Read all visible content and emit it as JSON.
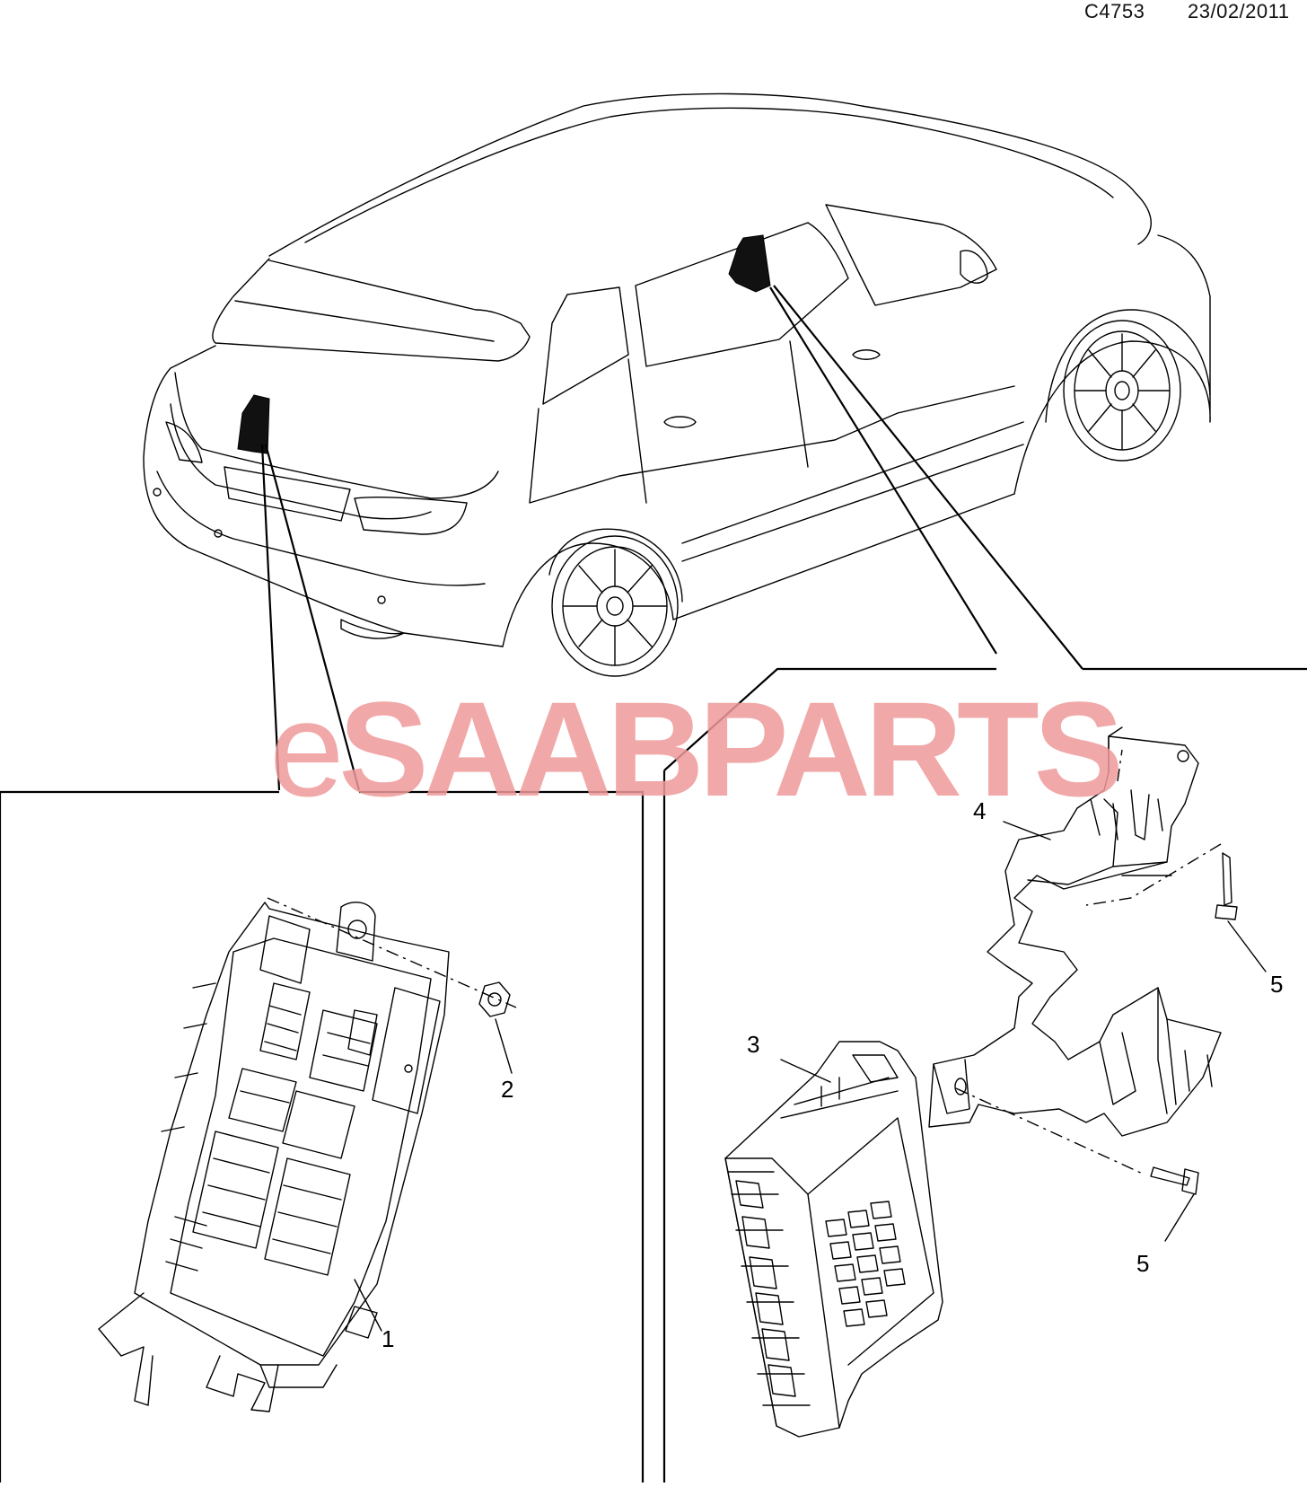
{
  "header": {
    "code": "C4753",
    "date": "23/02/2011"
  },
  "watermark": {
    "prefix": "e",
    "brand": "SAAB",
    "suffix": "PARTS"
  },
  "callouts": {
    "c1": "1",
    "c2": "2",
    "c3": "3",
    "c4": "4",
    "c5a": "5",
    "c5b": "5"
  },
  "colors": {
    "line": "#000000",
    "watermark": "#ef9999",
    "background": "#ffffff"
  }
}
